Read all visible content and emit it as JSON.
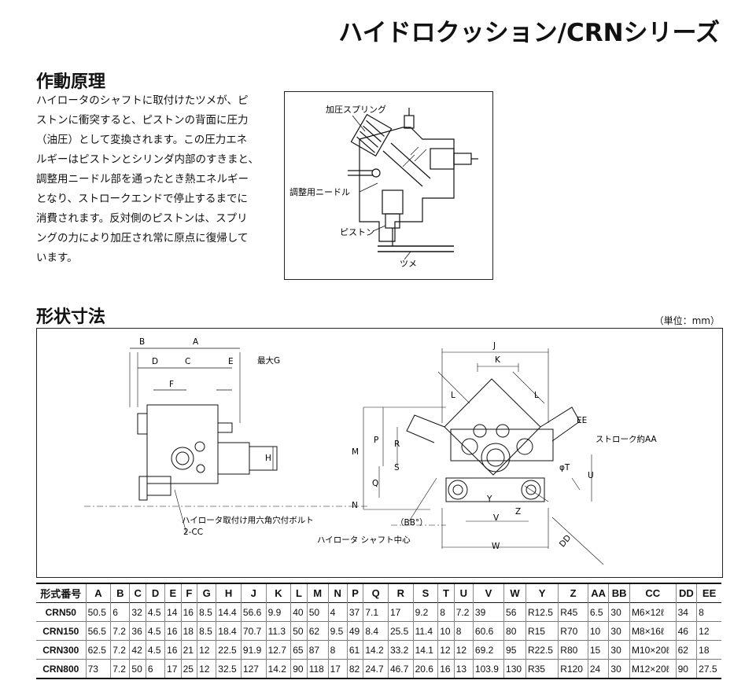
{
  "header": {
    "title": "ハイドロクッション/CRNシリーズ"
  },
  "principle": {
    "heading": "作動原理",
    "lines": [
      "ハイロータのシャフトに取付けたツメが、ピ",
      "ストンに衝突すると、ピストンの背面に圧力",
      "（油圧）として変換されます。この圧力エネ",
      "ルギーはピストンとシリンダ内部のすきまと、",
      "調整用ニードル部を通ったとき熱エネルギー",
      "となり、ストロークエンドで停止するまでに",
      "消費されます。反対側のピストンは、スプリ",
      "ングの力により加圧され常に原点に復帰して",
      "います。"
    ],
    "diagram_labels": {
      "spring": "加圧スプリング",
      "needle": "調整用ニードル",
      "piston": "ピストン",
      "claw": "ツメ"
    }
  },
  "dimensions": {
    "heading": "形状寸法",
    "unit": "（単位：mm）",
    "labels": {
      "B": "B",
      "A": "A",
      "D": "D",
      "C": "C",
      "E": "E",
      "maxG": "最大G",
      "F": "F",
      "H": "H",
      "J": "J",
      "K": "K",
      "L1": "L",
      "L2": "L",
      "EE": "EE",
      "stroke": "ストローク約AA",
      "M": "M",
      "P": "P",
      "R": "R",
      "S": "S",
      "Q": "Q",
      "N": "N",
      "phiT": "φT",
      "U": "U",
      "Y": "Y",
      "Z": "Z",
      "V": "V",
      "W": "W",
      "DD": "DD",
      "BB": "（BB°）",
      "bolt": "ハイロータ取付け用六角穴付ボルト",
      "bolt_count": "2-CC",
      "shaft_center": "ハイロータ シャフト中心"
    }
  },
  "table": {
    "headers": [
      "形式番号",
      "A",
      "B",
      "C",
      "D",
      "E",
      "F",
      "G",
      "H",
      "J",
      "K",
      "L",
      "M",
      "N",
      "P",
      "Q",
      "R",
      "S",
      "T",
      "U",
      "V",
      "W",
      "Y",
      "Z",
      "AA",
      "BB",
      "CC",
      "DD",
      "EE"
    ],
    "rows": [
      [
        "CRN50",
        "50.5",
        "6",
        "32",
        "4.5",
        "14",
        "16",
        "8.5",
        "14.4",
        "56.6",
        "9.9",
        "40",
        "50",
        "4",
        "37",
        "7.1",
        "17",
        "9.2",
        "8",
        "7.2",
        "39",
        "56",
        "R12.5",
        "R45",
        "6.5",
        "30",
        "M6×12ℓ",
        "34",
        "8"
      ],
      [
        "CRN150",
        "56.5",
        "7.2",
        "36",
        "4.5",
        "16",
        "18",
        "8.5",
        "18.4",
        "70.7",
        "11.3",
        "50",
        "62",
        "9.5",
        "49",
        "8.4",
        "25.5",
        "11.4",
        "10",
        "8",
        "60.6",
        "80",
        "R15",
        "R70",
        "10",
        "30",
        "M8×16ℓ",
        "46",
        "12"
      ],
      [
        "CRN300",
        "62.5",
        "7.2",
        "42",
        "4.5",
        "16",
        "21",
        "12",
        "22.5",
        "91.9",
        "12.7",
        "65",
        "87",
        "8",
        "61",
        "14.2",
        "33.2",
        "14.1",
        "12",
        "12",
        "69.2",
        "95",
        "R22.5",
        "R80",
        "15",
        "30",
        "M10×20ℓ",
        "62",
        "18"
      ],
      [
        "CRN800",
        "73",
        "7.2",
        "50",
        "6",
        "17",
        "25",
        "12",
        "32.5",
        "127",
        "14.2",
        "90",
        "118",
        "17",
        "82",
        "24.7",
        "46.7",
        "20.6",
        "16",
        "13",
        "103.9",
        "130",
        "R35",
        "R120",
        "24",
        "30",
        "M12×20ℓ",
        "90",
        "27.5"
      ]
    ]
  },
  "colors": {
    "ink": "#111111",
    "paper": "#ffffff"
  }
}
